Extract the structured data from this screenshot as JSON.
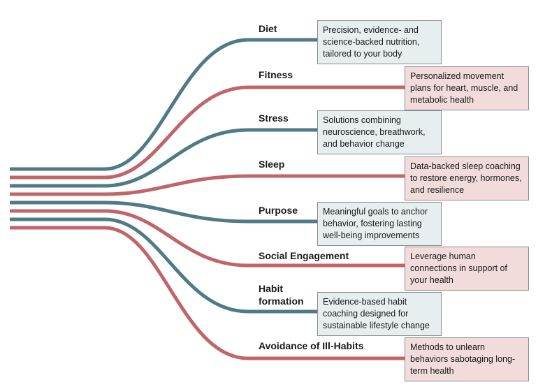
{
  "colors": {
    "teal": "#4f7a86",
    "red": "#c0666a"
  },
  "branches": [
    {
      "title": "Diet",
      "color": "teal",
      "description": "Precision, evidence- and science-backed nutrition, tailored to your body"
    },
    {
      "title": "Fitness",
      "color": "red",
      "description": "Personalized movement plans for heart, muscle, and metabolic health"
    },
    {
      "title": "Stress",
      "color": "teal",
      "description": "Solutions combining neuroscience, breathwork, and behavior change"
    },
    {
      "title": "Sleep",
      "color": "red",
      "description": "Data-backed sleep coaching to restore energy, hormones, and resilience"
    },
    {
      "title": "Purpose",
      "color": "teal",
      "description": "Meaningful goals to anchor behavior, fostering lasting well-being improvements"
    },
    {
      "title": "Social Engagement",
      "color": "red",
      "description": "Leverage human connections in support of your health"
    },
    {
      "title": "Habit formation",
      "color": "teal",
      "description": "Evidence-based habit coaching designed for sustainable lifestyle change"
    },
    {
      "title": "Avoidance of Ill-Habits",
      "color": "red",
      "description": "Methods to unlearn behaviors sabotaging long-term health"
    }
  ]
}
